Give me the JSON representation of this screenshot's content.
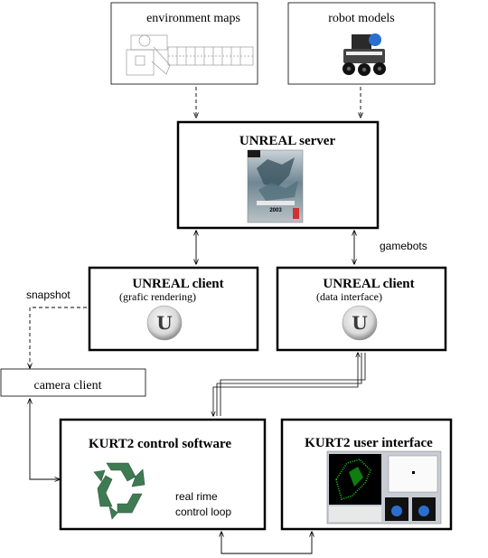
{
  "diagram": {
    "nodes": {
      "environment_maps": {
        "label": "environment maps"
      },
      "robot_models": {
        "label": "robot models"
      },
      "unreal_server": {
        "label": "UNREAL server",
        "cover_badge": "2003"
      },
      "client_render": {
        "label": "UNREAL client",
        "sublabel": "(grafic rendering)"
      },
      "client_data": {
        "label": "UNREAL client",
        "sublabel": "(data interface)"
      },
      "camera_client": {
        "label": "camera client"
      },
      "kurt2_control": {
        "label": "KURT2 control software",
        "note_line1": "real rime",
        "note_line2": "control loop"
      },
      "kurt2_ui": {
        "label": "KURT2 user interface"
      }
    },
    "edge_labels": {
      "gamebots": "gamebots",
      "snapshot": "snapshot"
    },
    "colors": {
      "stroke": "#000000",
      "recycle_green": "#3e7a52",
      "lidar_green": "#19d019",
      "ui_panel": "#c8ccd4",
      "robot_blue": "#2a6fd0"
    },
    "icons": [
      "floorplan-icon",
      "robot-icon",
      "game-cover-icon",
      "unreal-logo-icon",
      "recycle-icon",
      "gui-screenshot-icon"
    ]
  }
}
